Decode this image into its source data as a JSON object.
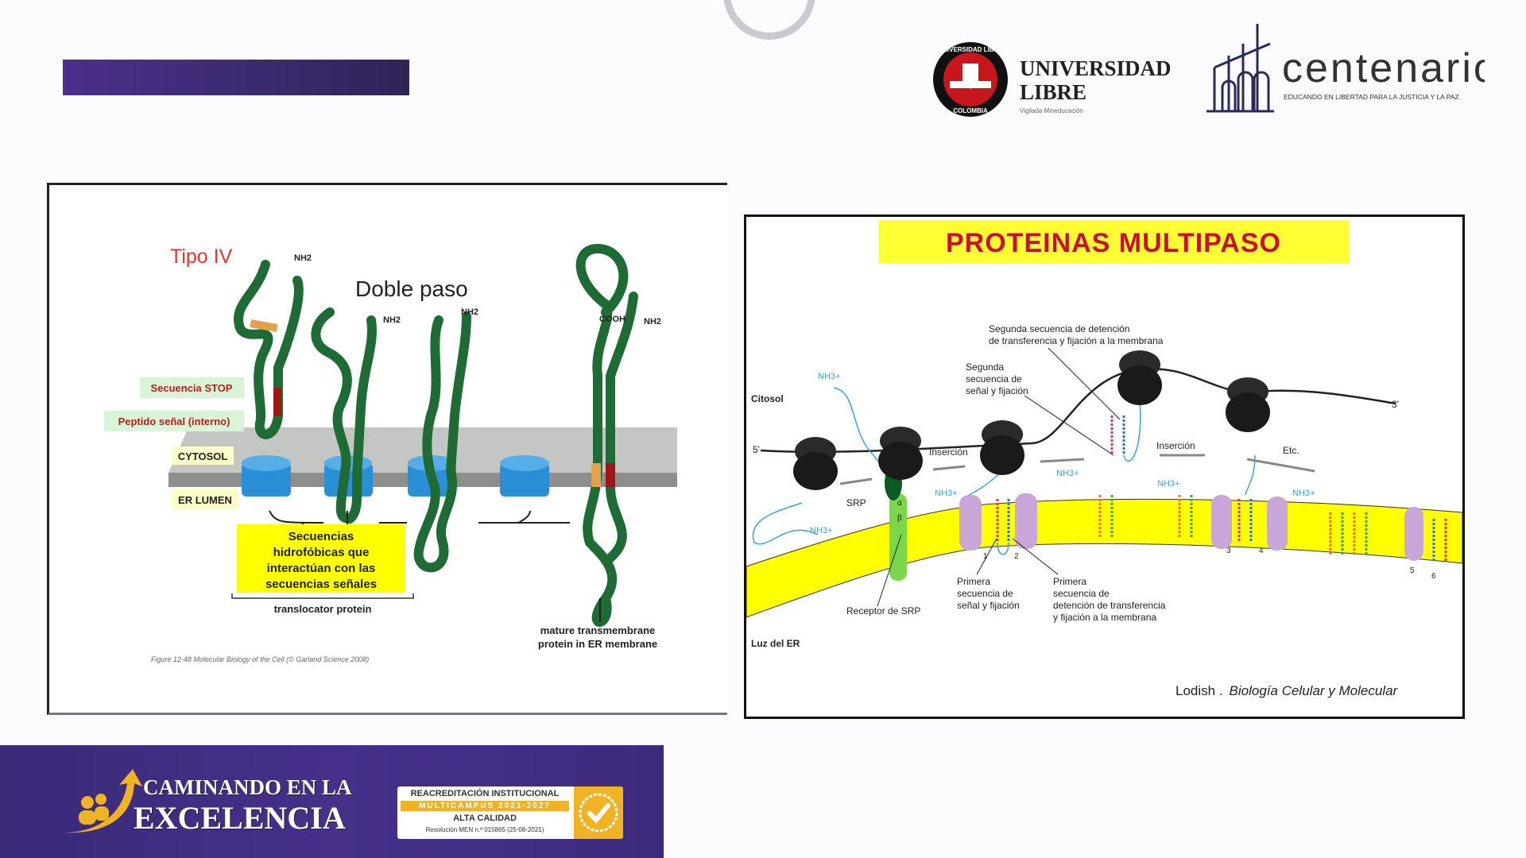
{
  "header": {
    "accent_color": "#43308a"
  },
  "logos": {
    "universidad_libre": {
      "line1": "UNIVERSIDAD",
      "line2": "LIBRE",
      "tagline": "Vigilada Mineducación",
      "seal_top": "UNIVERSIDAD LIBRE",
      "seal_bottom": "COLOMBIA"
    },
    "centenario": {
      "title": "centenario",
      "tagline": "EDUCANDO EN LIBERTAD PARA LA JUSTICIA Y LA PAZ"
    }
  },
  "left_figure": {
    "type_label": "Tipo IV",
    "title": "Doble paso",
    "labels": {
      "stop": "Secuencia STOP",
      "signal": "Peptido señal (interno)",
      "cytosol": "CYTOSOL",
      "er_lumen": "ER LUMEN",
      "nh2": "NH2",
      "cooh": "COOH",
      "hydrophobic": [
        "Secuencias",
        "hidrofóbicas que",
        "interactúan con las",
        "secuencias señales"
      ],
      "translocator": "translocator protein",
      "mature": [
        "mature transmembrane",
        "protein in ER membrane"
      ],
      "caption": "Figure 12-48 Molecular Biology of the Cell (© Garland Science 2008)"
    },
    "colors": {
      "protein": "#1f6b35",
      "translocator": "#2a8fd6",
      "membrane": "#9a9a9a",
      "stop": "#e2a14a",
      "signal": "#a01515",
      "callout": "#ffff00"
    }
  },
  "right_figure": {
    "title": "PROTEINAS MULTIPASO",
    "labels": {
      "citosol": "Citosol",
      "luz_er": "Luz del ER",
      "five_prime": "5'",
      "three_prime": "3'",
      "nh3": "NH3+",
      "insercion": "Inserción",
      "etc": "Etc.",
      "srp": "SRP",
      "alpha": "α",
      "beta": "β",
      "receptor_srp": "Receptor de SRP",
      "segunda_deteccion": [
        "Segunda secuencia de detención",
        "de transferencia y fijación a la membrana"
      ],
      "segunda_senal": [
        "Segunda",
        "secuencia de",
        "señal y fijación"
      ],
      "primera_senal": [
        "Primera",
        "secuencia de",
        "señal y fijación"
      ],
      "primera_deteccion": [
        "Primera",
        "secuencia de",
        "detención de transferencia",
        "y fijación a la membrana"
      ],
      "helix_numbers": [
        "1",
        "2",
        "3",
        "4",
        "5",
        "6"
      ]
    },
    "citation_author": "Lodish .",
    "citation_title": "Biología Celular y Molecular",
    "colors": {
      "title_bg": "#ffff33",
      "title_text": "#c8102e",
      "membrane": "#ffff00",
      "translocon": "#c9a6d8",
      "ribosome": "#1a1a1a"
    }
  },
  "footer": {
    "slogan_line1": "CAMINANDO EN LA",
    "slogan_line2": "EXCELENCIA",
    "badge": {
      "line1": "REACREDITACIÓN INSTITUCIONAL",
      "line2": "MULTICAMPUS 2021-2027",
      "line3": "ALTA CALIDAD",
      "line4": "Resolución MEN n.º 015865 (25-08-2021)"
    },
    "colors": {
      "background": "#3f2c80",
      "gold": "#f0b323"
    }
  }
}
